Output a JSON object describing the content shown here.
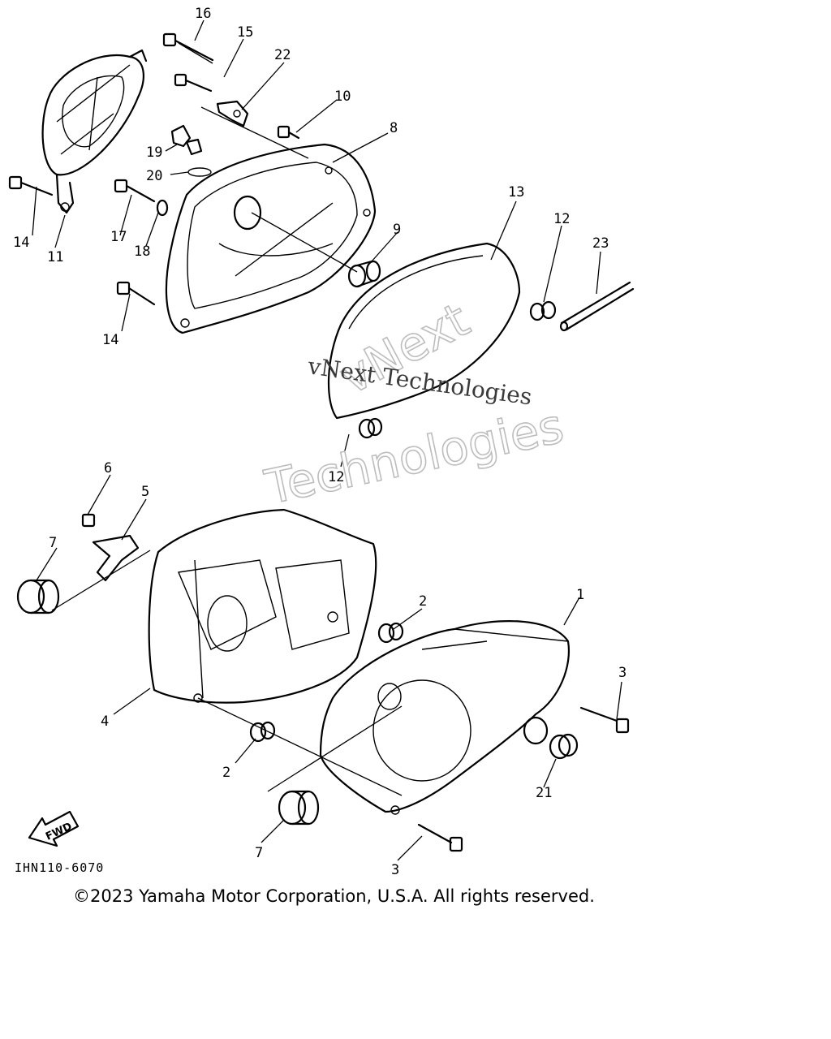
{
  "callouts": {
    "c1": "1",
    "c2a": "2",
    "c2b": "2",
    "c3a": "3",
    "c3b": "3",
    "c4": "4",
    "c5": "5",
    "c6": "6",
    "c7a": "7",
    "c7b": "7",
    "c8": "8",
    "c9": "9",
    "c10": "10",
    "c11": "11",
    "c12a": "12",
    "c12b": "12",
    "c13": "13",
    "c14a": "14",
    "c14b": "14",
    "c15": "15",
    "c16": "16",
    "c17": "17",
    "c18": "18",
    "c19": "19",
    "c20": "20",
    "c21": "21",
    "c22": "22",
    "c23": "23"
  },
  "diagram_code": "IHN110-6070",
  "fwd_label": "FWD",
  "watermark": {
    "outline_line1": "vNext",
    "outline_line2": "Technologies",
    "serif_text": "vNext Technologies"
  },
  "copyright": "©2023 Yamaha Motor Corporation, U.S.A. All rights reserved."
}
